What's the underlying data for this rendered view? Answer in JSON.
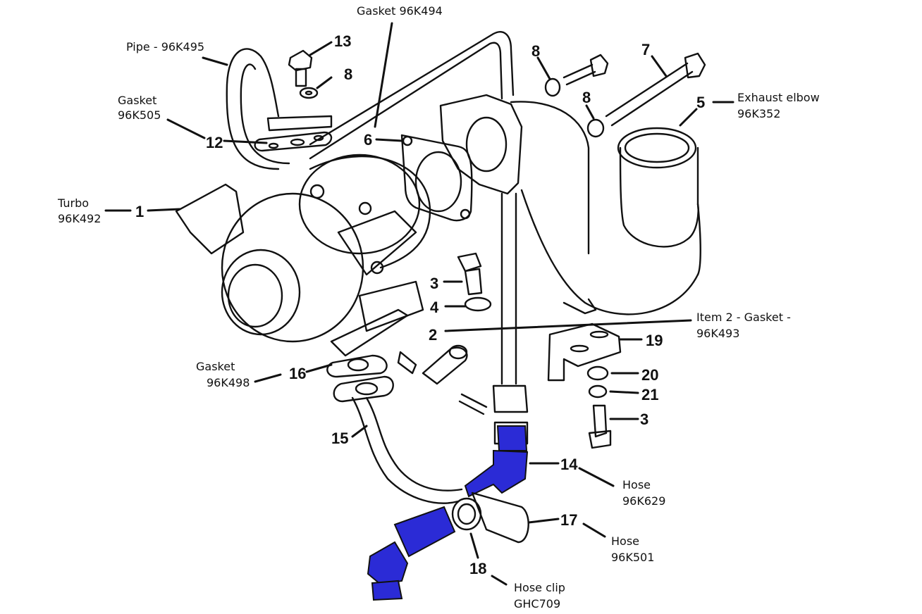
{
  "labels": {
    "gasket_top": "Gasket 96K494",
    "pipe": "Pipe - 96K495",
    "gasket_12_line1": "Gasket",
    "gasket_12_line2": "96K505",
    "turbo_line1": "Turbo",
    "turbo_line2": "96K492",
    "exhaust_line1": "Exhaust elbow",
    "exhaust_line2": "96K352",
    "item2_line1": "Item 2 - Gasket -",
    "item2_line2": "96K493",
    "gasket_16_line1": "Gasket",
    "gasket_16_line2": "96K498",
    "hose14_line1": "Hose",
    "hose14_line2": "96K629",
    "hose17_line1": "Hose",
    "hose17_line2": "96K501",
    "clip_line1": "Hose clip",
    "clip_line2": "GHC709"
  },
  "numbers": {
    "n1": "1",
    "n2": "2",
    "n3a": "3",
    "n3b": "3",
    "n4": "4",
    "n5": "5",
    "n6": "6",
    "n7": "7",
    "n8a": "8",
    "n8b": "8",
    "n8c": "8",
    "n12": "12",
    "n13": "13",
    "n14": "14",
    "n15": "15",
    "n16": "16",
    "n17": "17",
    "n18": "18",
    "n19": "19",
    "n20": "20",
    "n21": "21"
  },
  "colors": {
    "ink": "#111111",
    "highlight": "#2b2bd6",
    "background": "#ffffff"
  }
}
